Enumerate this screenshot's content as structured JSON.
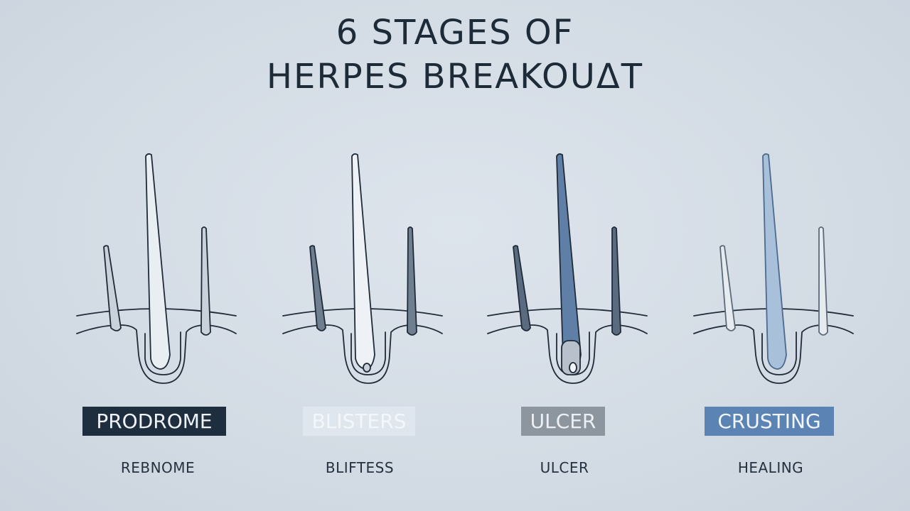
{
  "title": {
    "line1": "6 STAGES OF",
    "line2": "HERPES BREAKOUΔT"
  },
  "stages": [
    {
      "label": "PRODROME",
      "sublabel": "REBNOME"
    },
    {
      "label": "BLISTERS",
      "sublabel": "BLIFTESS"
    },
    {
      "label": "ULCER",
      "sublabel": "ULCER"
    },
    {
      "label": "CRUSTING",
      "sublabel": "HEALING"
    }
  ]
}
